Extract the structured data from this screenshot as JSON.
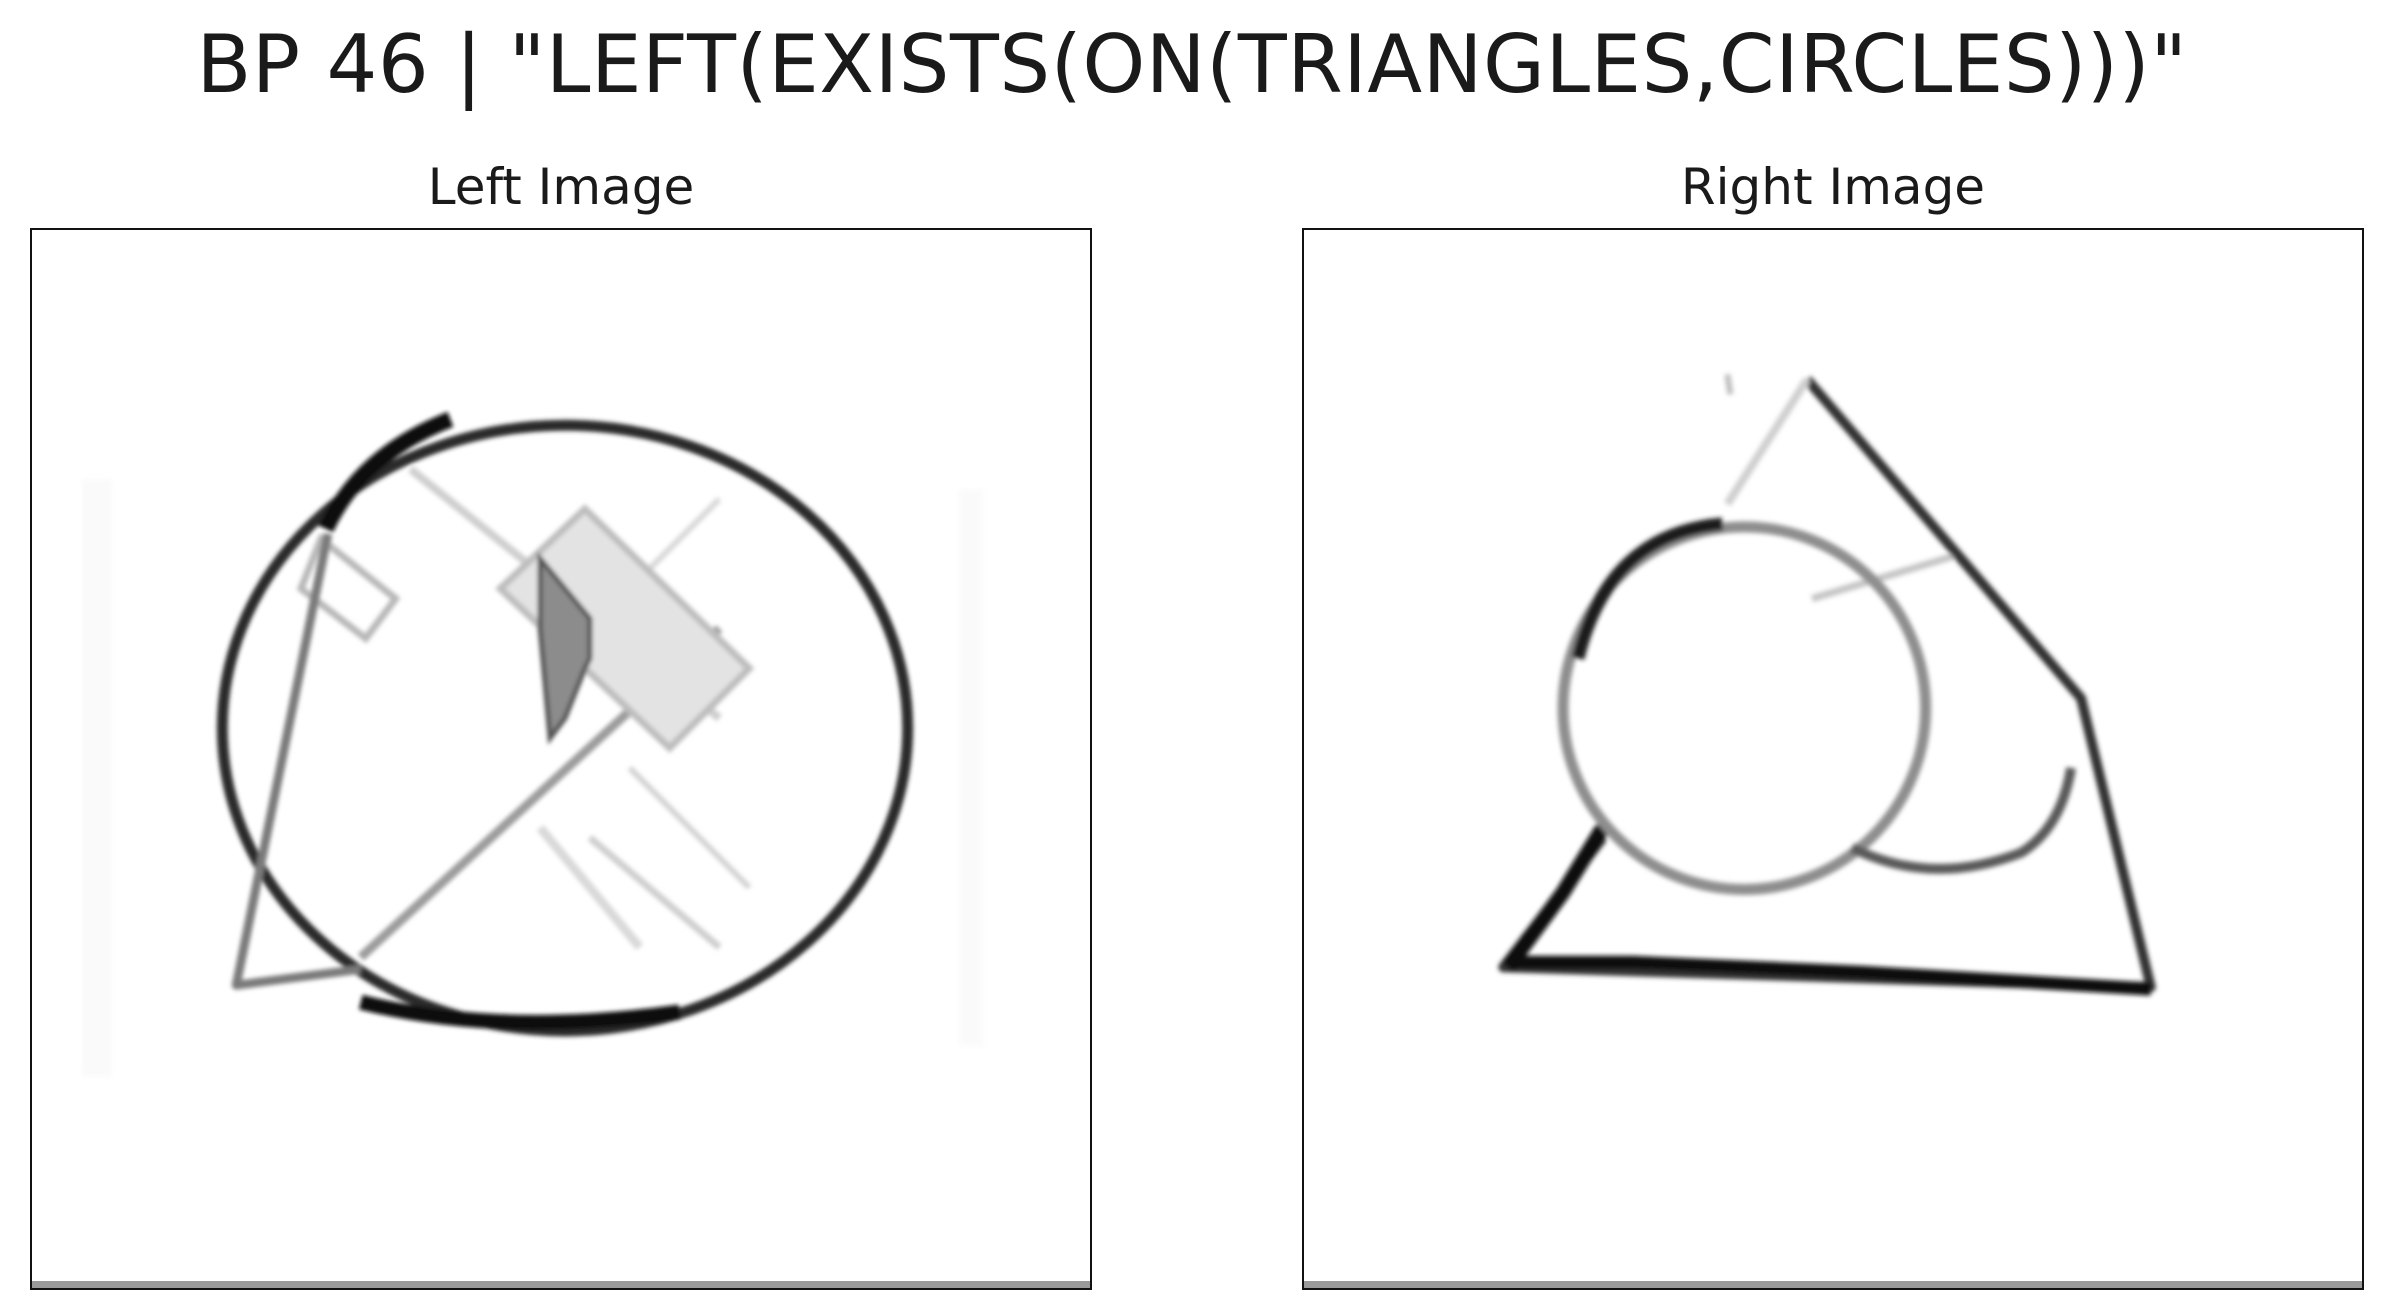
{
  "figure": {
    "title": "BP 46 | \"LEFT(EXISTS(ON(TRIANGLES,CIRCLES)))\""
  },
  "panels": {
    "left": {
      "title": "Left Image"
    },
    "right": {
      "title": "Right Image"
    }
  },
  "colors": {
    "stroke_dark": "#141414",
    "stroke_mid": "#6f6f6f",
    "stroke_light": "#c8c8c8",
    "fill_light": "#dedede",
    "frame": "#111111"
  }
}
